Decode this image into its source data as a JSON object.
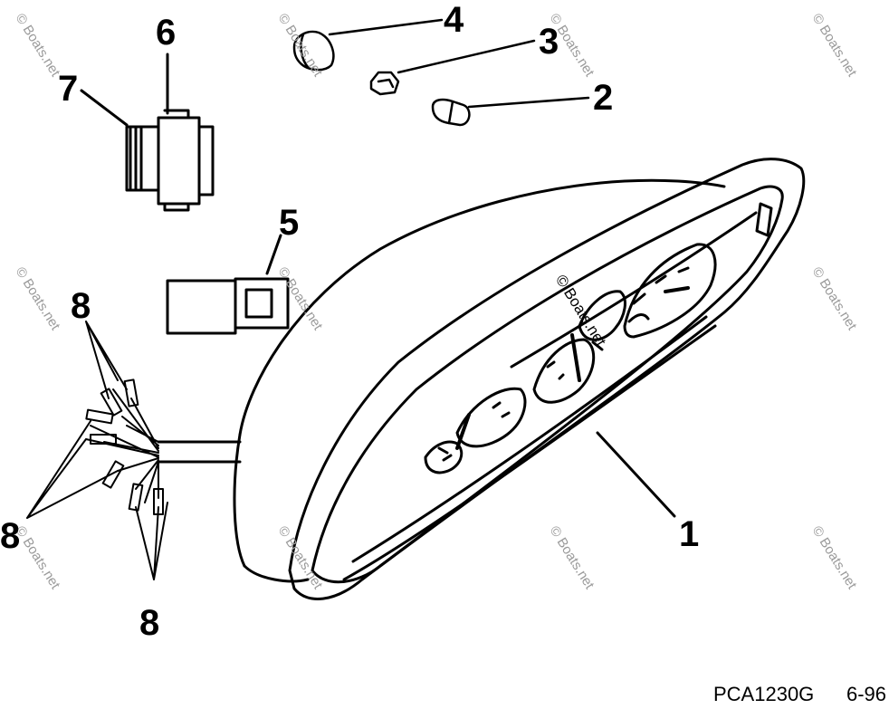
{
  "diagram": {
    "callouts": {
      "c1": "1",
      "c2": "2",
      "c3": "3",
      "c4": "4",
      "c5": "5",
      "c6": "6",
      "c7": "7",
      "c8a": "8",
      "c8b": "8",
      "c8c": "8"
    },
    "part_code": "PCA1230G",
    "date_code": "6-96",
    "watermark": "© Boats.net"
  }
}
